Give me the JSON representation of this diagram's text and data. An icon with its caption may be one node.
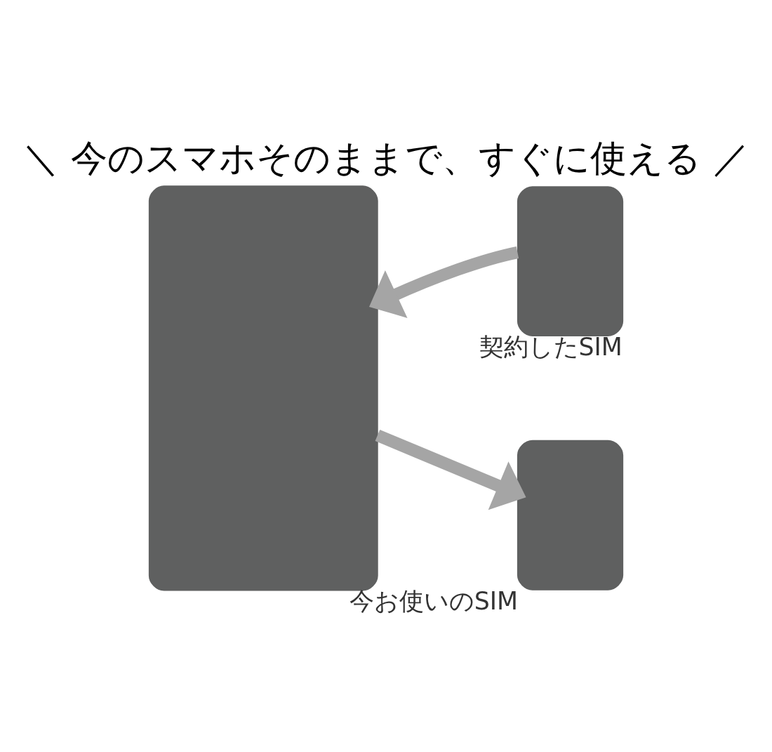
{
  "diagram": {
    "title": "＼ 今のスマホそのままで、すぐに使える ／",
    "nodes": [
      {
        "text": [],
        "shape": "phone"
      },
      {
        "text": [],
        "shape": "card",
        "beside": [
          "契約したSIM"
        ]
      },
      {
        "text": [],
        "shape": "card",
        "beside": [
          "今お使いのSIM"
        ]
      }
    ],
    "edges": [
      {
        "from": 1,
        "to": 0,
        "arrow": "to"
      },
      {
        "from": 0,
        "to": 2,
        "arrow": "to"
      }
    ]
  }
}
